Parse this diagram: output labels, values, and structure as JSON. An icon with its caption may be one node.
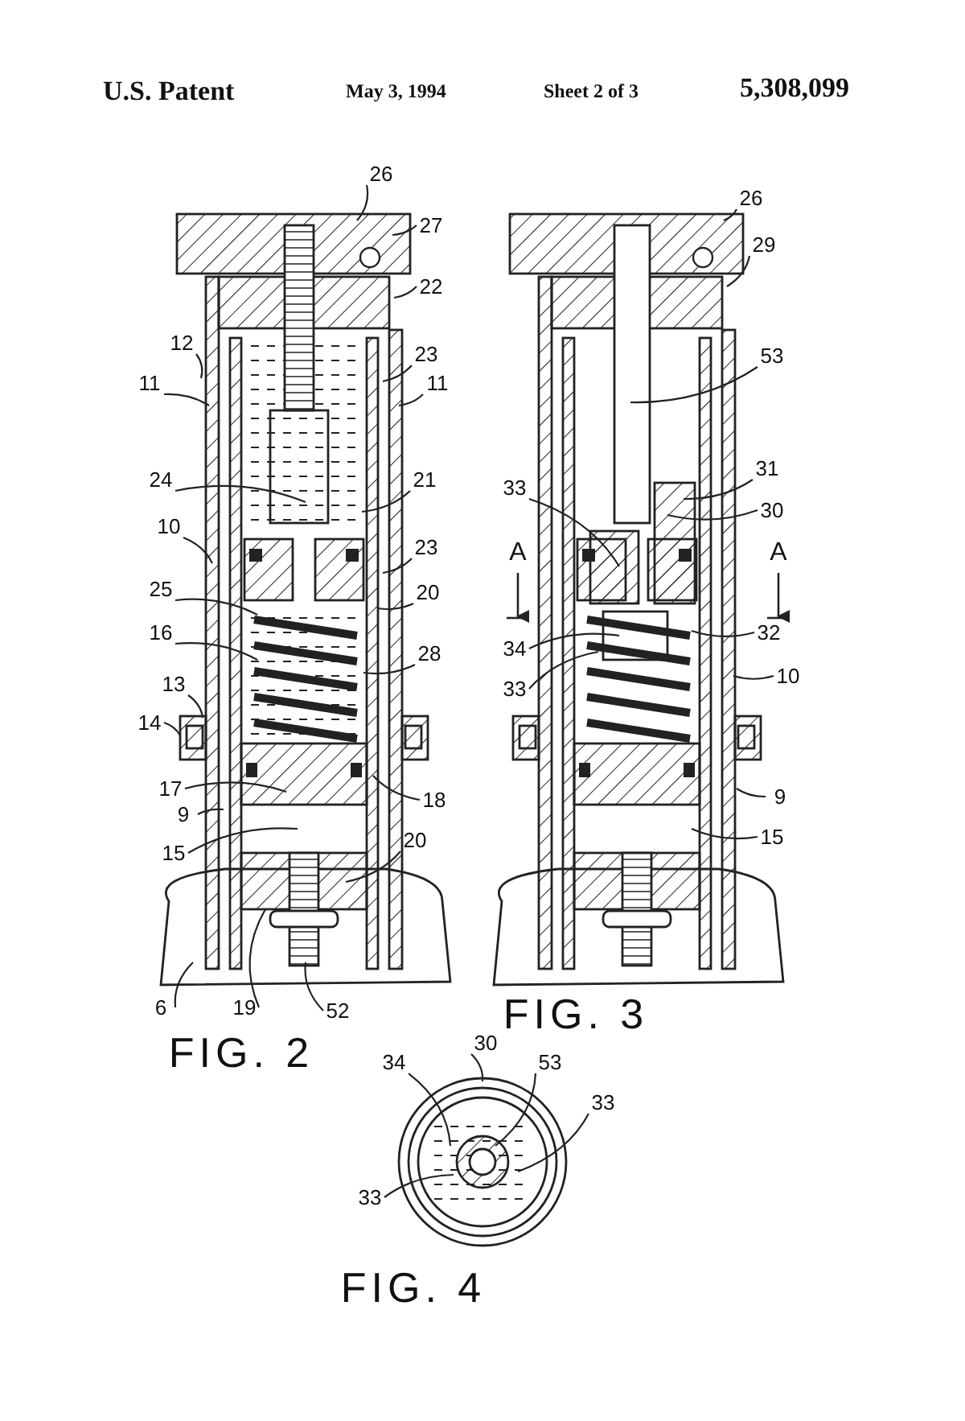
{
  "diagram": {
    "nodes": [
      {
        "text": [
          "26"
        ]
      },
      {
        "text": [
          "27"
        ]
      },
      {
        "text": [
          "22"
        ]
      },
      {
        "text": [
          "12"
        ]
      },
      {
        "text": [
          "23"
        ]
      },
      {
        "text": [
          "11"
        ]
      },
      {
        "text": [
          "11"
        ]
      },
      {
        "text": [
          "24"
        ]
      },
      {
        "text": [
          "21"
        ]
      },
      {
        "text": [
          "10"
        ]
      },
      {
        "text": [
          "23"
        ]
      },
      {
        "text": [
          "25"
        ]
      },
      {
        "text": [
          "20"
        ]
      },
      {
        "text": [
          "16"
        ]
      },
      {
        "text": [
          "28"
        ]
      },
      {
        "text": [
          "13"
        ]
      },
      {
        "text": [
          "14"
        ]
      },
      {
        "text": [
          "17"
        ]
      },
      {
        "text": [
          "18"
        ]
      },
      {
        "text": [
          "9"
        ]
      },
      {
        "text": [
          "20"
        ]
      },
      {
        "text": [
          "15"
        ]
      },
      {
        "text": [
          "6"
        ]
      },
      {
        "text": [
          "19"
        ]
      },
      {
        "text": [
          "52"
        ]
      },
      {
        "text": [
          "26"
        ]
      },
      {
        "text": [
          "29"
        ]
      },
      {
        "text": [
          "53"
        ]
      },
      {
        "text": [
          "31"
        ]
      },
      {
        "text": [
          "33"
        ]
      },
      {
        "text": [
          "30"
        ]
      },
      {
        "text": [
          "34"
        ]
      },
      {
        "text": [
          "32"
        ]
      },
      {
        "text": [
          "33"
        ]
      },
      {
        "text": [
          "10"
        ]
      },
      {
        "text": [
          "9"
        ]
      },
      {
        "text": [
          "15"
        ]
      },
      {
        "text": [
          "30"
        ]
      },
      {
        "text": [
          "34"
        ]
      },
      {
        "text": [
          "53"
        ]
      },
      {
        "text": [
          "33"
        ]
      },
      {
        "text": [
          "33"
        ]
      }
    ],
    "edges": [
      {
        "from": 0,
        "to": null,
        "arrow": "none"
      },
      {
        "from": 1,
        "to": null,
        "arrow": "none"
      },
      {
        "from": 2,
        "to": null,
        "arrow": "none"
      },
      {
        "from": 3,
        "to": null,
        "arrow": "none"
      },
      {
        "from": 4,
        "to": null,
        "arrow": "none"
      },
      {
        "from": 5,
        "to": null,
        "arrow": "none"
      },
      {
        "from": 6,
        "to": null,
        "arrow": "none"
      },
      {
        "from": 7,
        "to": null,
        "arrow": "none"
      },
      {
        "from": 8,
        "to": null,
        "arrow": "none"
      },
      {
        "from": 9,
        "to": null,
        "arrow": "none"
      },
      {
        "from": 10,
        "to": null,
        "arrow": "none"
      },
      {
        "from": 11,
        "to": null,
        "arrow": "none"
      },
      {
        "from": 12,
        "to": null,
        "arrow": "none"
      },
      {
        "from": 13,
        "to": null,
        "arrow": "none"
      },
      {
        "from": 14,
        "to": null,
        "arrow": "none"
      },
      {
        "from": 15,
        "to": null,
        "arrow": "none"
      },
      {
        "from": 16,
        "to": null,
        "arrow": "none"
      },
      {
        "from": 17,
        "to": null,
        "arrow": "none"
      },
      {
        "from": 18,
        "to": null,
        "arrow": "none"
      },
      {
        "from": 19,
        "to": null,
        "arrow": "none"
      },
      {
        "from": 20,
        "to": null,
        "arrow": "none"
      },
      {
        "from": 21,
        "to": null,
        "arrow": "none"
      },
      {
        "from": 22,
        "to": null,
        "arrow": "none"
      },
      {
        "from": 23,
        "to": null,
        "arrow": "none"
      },
      {
        "from": 24,
        "to": null,
        "arrow": "none"
      },
      {
        "from": 25,
        "to": null,
        "arrow": "none"
      },
      {
        "from": 26,
        "to": null,
        "arrow": "none"
      },
      {
        "from": 27,
        "to": null,
        "arrow": "none"
      },
      {
        "from": 28,
        "to": null,
        "arrow": "none"
      },
      {
        "from": 29,
        "to": null,
        "arrow": "none"
      },
      {
        "from": 30,
        "to": null,
        "arrow": "none"
      },
      {
        "from": 31,
        "to": null,
        "arrow": "none"
      },
      {
        "from": 32,
        "to": null,
        "arrow": "none"
      },
      {
        "from": 33,
        "to": null,
        "arrow": "none"
      },
      {
        "from": 34,
        "to": null,
        "arrow": "none"
      },
      {
        "from": 35,
        "to": null,
        "arrow": "none"
      },
      {
        "from": 36,
        "to": null,
        "arrow": "none"
      },
      {
        "from": 37,
        "to": null,
        "arrow": "none"
      },
      {
        "from": 38,
        "to": null,
        "arrow": "none"
      },
      {
        "from": 39,
        "to": null,
        "arrow": "none"
      },
      {
        "from": 40,
        "to": null,
        "arrow": "none"
      },
      {
        "from": 41,
        "to": null,
        "arrow": "none"
      }
    ],
    "labels": [
      "U.S. Patent",
      "May 3, 1994",
      "Sheet 2 of 3",
      "5,308,099",
      "FIG. 2",
      "A",
      "A",
      "FIG. 3",
      "FIG. 4"
    ]
  }
}
